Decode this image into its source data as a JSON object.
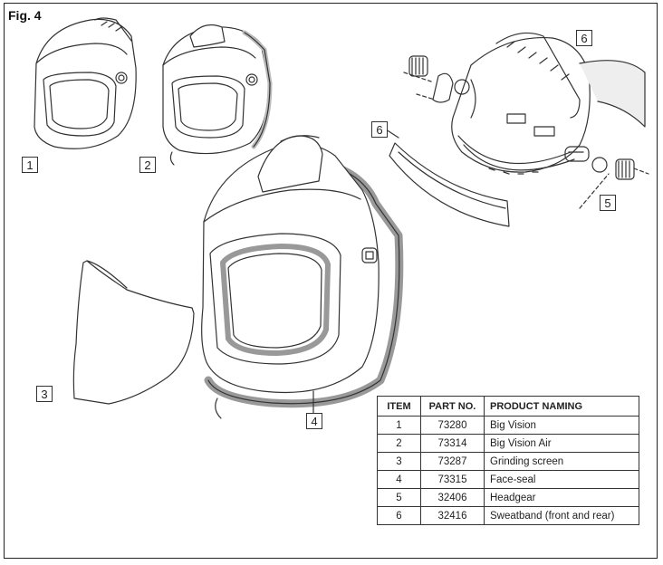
{
  "figure": {
    "title": "Fig. 4"
  },
  "callouts": {
    "item1": "1",
    "item2": "2",
    "item3": "3",
    "item4": "4",
    "item5": "5",
    "item6_front": "6",
    "item6_rear": "6"
  },
  "table": {
    "headers": {
      "item": "ITEM",
      "part_no": "PART NO.",
      "naming": "PRODUCT NAMING"
    },
    "rows": [
      {
        "item": "1",
        "part_no": "73280",
        "naming": "Big Vision"
      },
      {
        "item": "2",
        "part_no": "73314",
        "naming": "Big Vision Air"
      },
      {
        "item": "3",
        "part_no": "73287",
        "naming": "Grinding screen"
      },
      {
        "item": "4",
        "part_no": "73315",
        "naming": "Face-seal"
      },
      {
        "item": "5",
        "part_no": "32406",
        "naming": "Headgear"
      },
      {
        "item": "6",
        "part_no": "32416",
        "naming": "Sweatband (front and rear)"
      }
    ]
  }
}
